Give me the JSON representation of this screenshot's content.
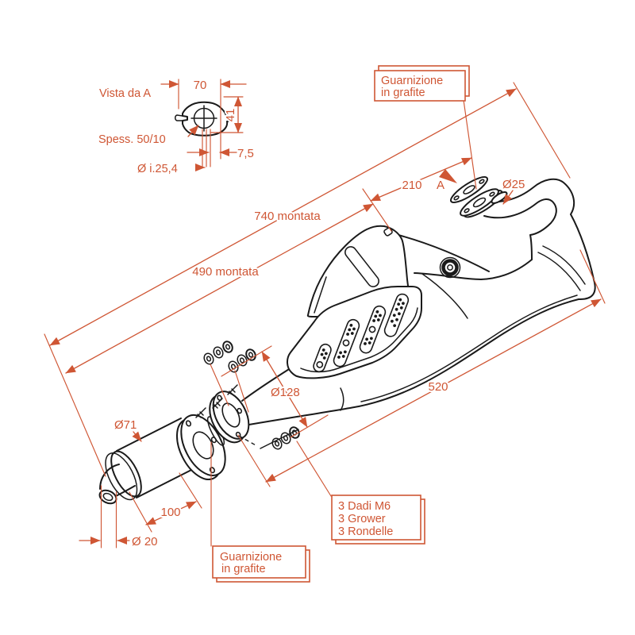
{
  "drawing": {
    "background": "#ffffff",
    "annotation_color": "#cf5634",
    "line_color": "#1a1a1a",
    "detail_view": {
      "title": "Vista da A",
      "width": "70",
      "height": "41",
      "offset": "7,5",
      "thickness": "Spess. 50/10",
      "inner_diameter": "Ø i.25,4"
    },
    "dimensions": {
      "mounted_total": "740 montata",
      "mounted_body": "490 montata",
      "header": "210",
      "view_label": "A",
      "pipe_diameter": "Ø25",
      "chamber_diameter": "Ø128",
      "chamber_length": "520",
      "silencer_diameter": "Ø71",
      "silencer_length": "100",
      "tail_diameter": "Ø 20"
    },
    "callouts": {
      "gasket_top": {
        "line1": "Guarnizione",
        "line2": "in grafite"
      },
      "gasket_bottom": {
        "line1": "Guarnizione",
        "line2": "in grafite"
      },
      "hardware": {
        "line1": "3 Dadi M6",
        "line2": "3 Grower",
        "line3": "3 Rondelle"
      }
    }
  }
}
